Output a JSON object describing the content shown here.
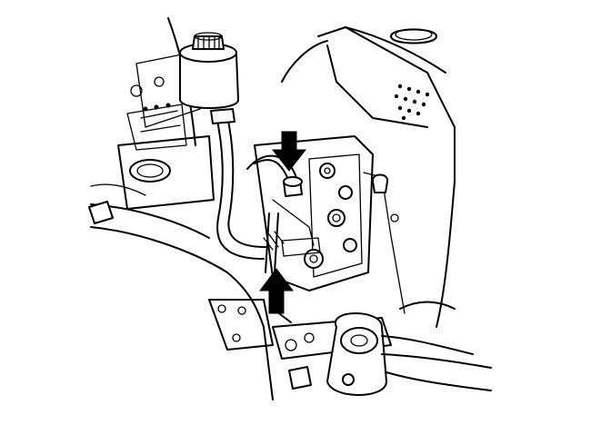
{
  "figure": {
    "background": "#ffffff",
    "line_color": "#000000",
    "callouts": [
      {
        "id": "arrow-upper",
        "direction": "down"
      },
      {
        "id": "arrow-lower",
        "direction": "up"
      }
    ]
  }
}
